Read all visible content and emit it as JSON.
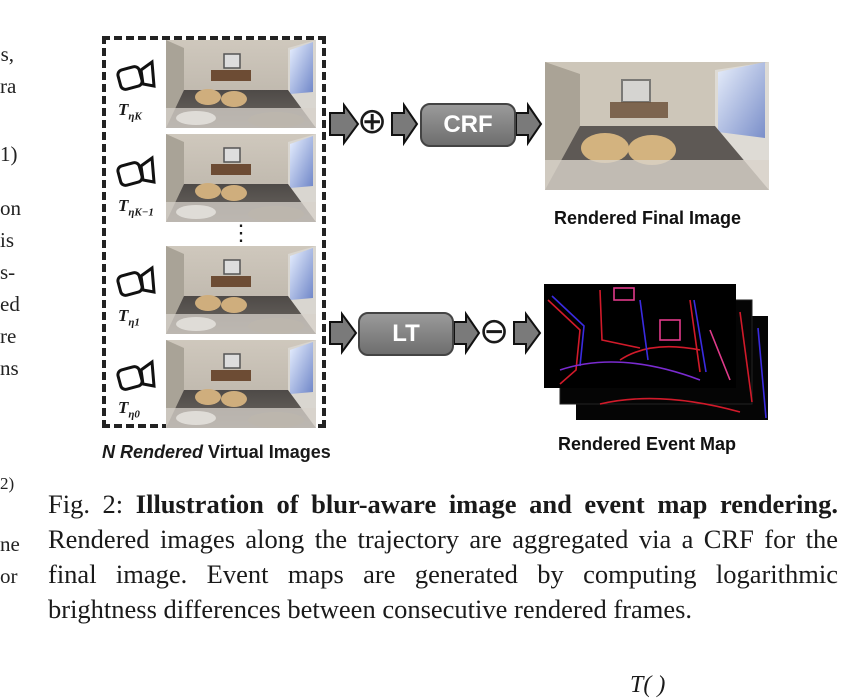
{
  "left_margin_text": [
    "s,",
    "ra",
    "1)",
    "on",
    "is",
    "s-",
    "ed",
    "re",
    "ns",
    "2)",
    "ne",
    "or"
  ],
  "figure": {
    "camera_labels": [
      {
        "base": "T",
        "sub": "ηK"
      },
      {
        "base": "T",
        "sub": "ηK−1"
      },
      {
        "base": "T",
        "sub": "η1"
      },
      {
        "base": "T",
        "sub": "η0"
      }
    ],
    "ellipsis": "⋮",
    "n_rendered_label_italic": "N Rendered",
    "n_rendered_label_rest": " Virtual Images",
    "oplus_symbol": "⊕",
    "ominus_symbol": "⊖",
    "crf_label": "CRF",
    "lt_label": "LT",
    "rendered_final_image_label": "Rendered Final Image",
    "rendered_event_map_label": "Rendered Event Map"
  },
  "caption": {
    "prefix": "Fig. 2: ",
    "bold": "Illustration of blur-aware image and event map rendering.",
    "body": " Rendered images along the trajectory are aggregated via a CRF for the final image. Event maps are generated by computing logarithmic brightness differences between consecutive rendered frames."
  },
  "bottom_partial_text": "T(  )"
}
